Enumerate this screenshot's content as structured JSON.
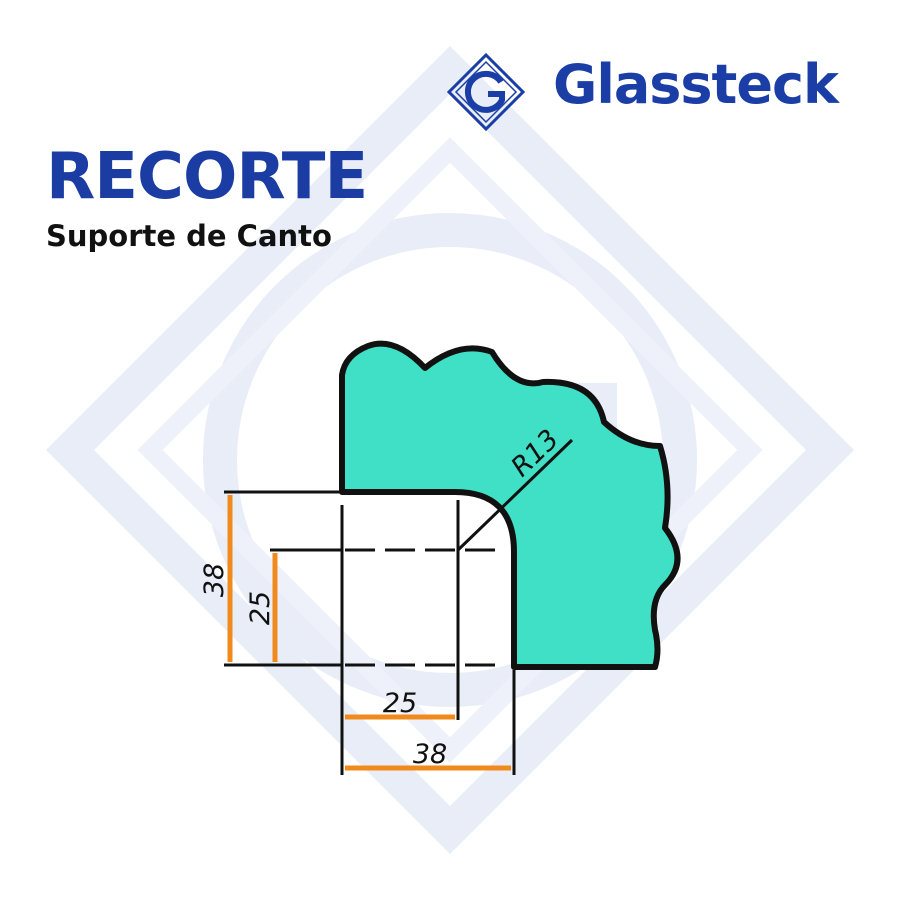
{
  "brand": {
    "name": "Glassteck"
  },
  "header": {
    "title": "RECORTE",
    "subtitle": "Suporte de Canto"
  },
  "drawing": {
    "radius_label": "R13",
    "vertical_outer_label": "38",
    "vertical_inner_label": "25",
    "horizontal_inner_label": "25",
    "horizontal_outer_label": "38"
  },
  "colors": {
    "brand_blue": "#1a3ea6",
    "title_blue": "#1b3ca3",
    "glass_fill": "#3fe0c6",
    "dimension_orange": "#f08a1c",
    "outline": "#111111",
    "watermark": "#e6ebf7"
  },
  "icons": {
    "logo": "glassteck-g-logo-icon"
  }
}
